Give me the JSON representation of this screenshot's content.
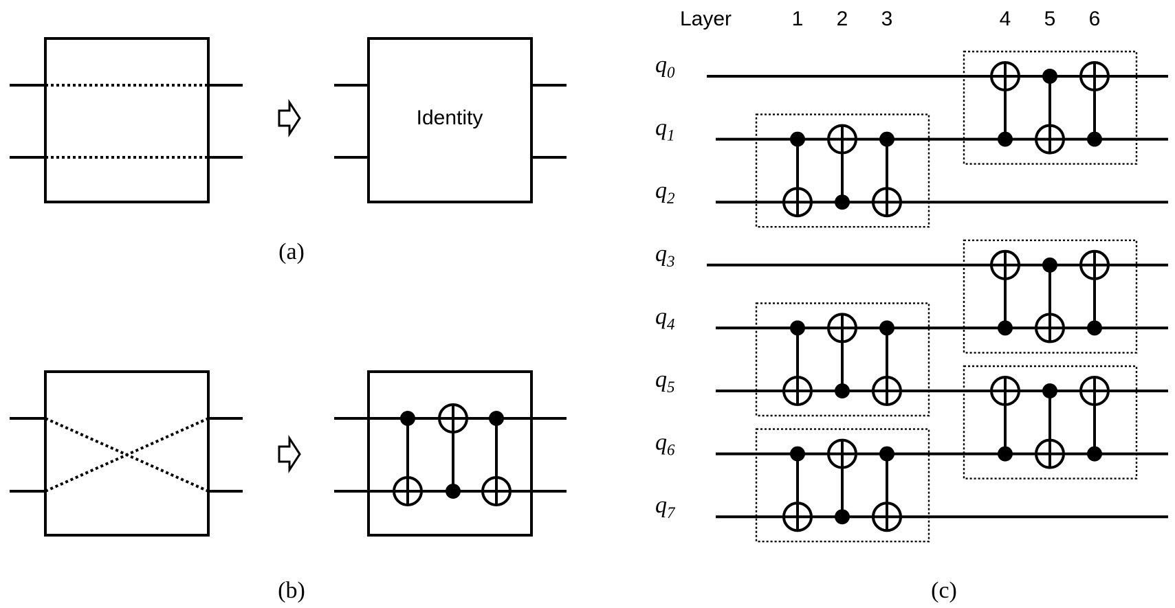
{
  "panel_a": {
    "caption": "(a)",
    "result_label": "Identity"
  },
  "panel_b": {
    "caption": "(b)"
  },
  "panel_c": {
    "caption": "(c)",
    "layer_title": "Layer",
    "layers": [
      "1",
      "2",
      "3",
      "4",
      "5",
      "6"
    ],
    "qubit_letter": "q",
    "qubits": [
      "0",
      "1",
      "2",
      "3",
      "4",
      "5",
      "6",
      "7"
    ],
    "swap_blocks": [
      {
        "qubits": [
          1,
          2
        ],
        "layers": [
          1,
          2,
          3
        ]
      },
      {
        "qubits": [
          4,
          5
        ],
        "layers": [
          1,
          2,
          3
        ]
      },
      {
        "qubits": [
          6,
          7
        ],
        "layers": [
          1,
          2,
          3
        ]
      },
      {
        "qubits": [
          0,
          1
        ],
        "layers": [
          4,
          5,
          6
        ]
      },
      {
        "qubits": [
          3,
          4
        ],
        "layers": [
          4,
          5,
          6
        ]
      },
      {
        "qubits": [
          5,
          6
        ],
        "layers": [
          4,
          5,
          6
        ]
      }
    ]
  }
}
